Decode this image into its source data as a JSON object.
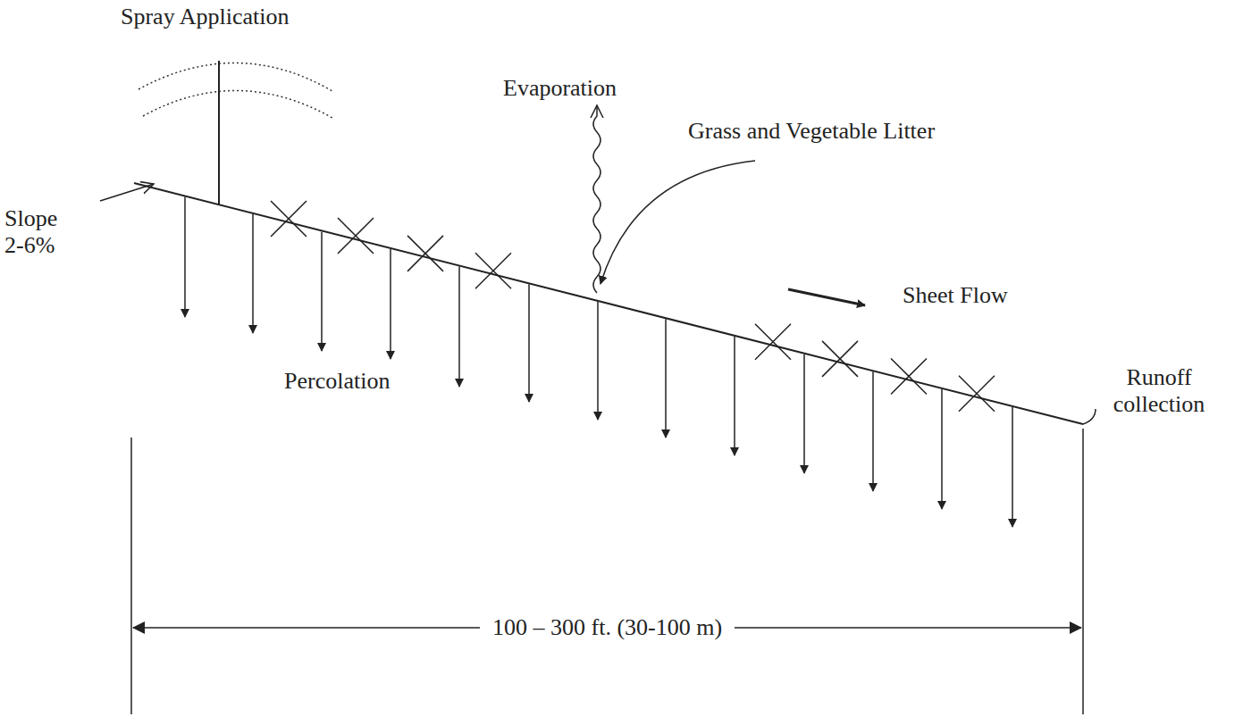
{
  "diagram": {
    "labels": [
      "Spray Application",
      "Evaporation",
      "Grass and Vegetable Litter",
      "Slope 2-6%",
      "Percolation",
      "Sheet Flow",
      "Runoff collection",
      "100 – 300 ft. (30-100 m)"
    ]
  }
}
